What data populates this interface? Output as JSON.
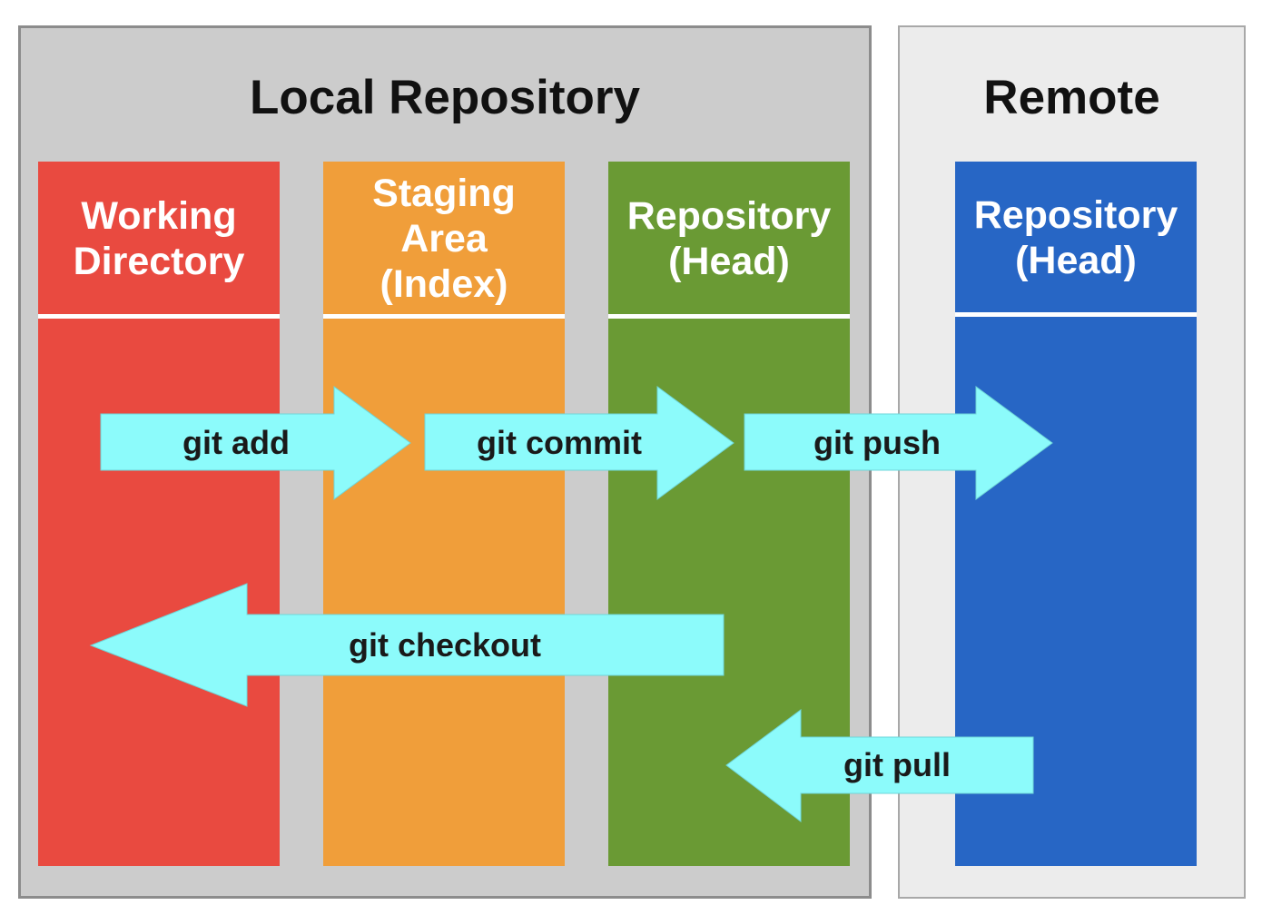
{
  "groups": {
    "local": {
      "title": "Local Repository"
    },
    "remote": {
      "title": "Remote"
    }
  },
  "columns": [
    {
      "id": "working-directory",
      "lines": [
        "Working",
        "Directory"
      ],
      "color": "#e94a40"
    },
    {
      "id": "staging-area",
      "lines": [
        "Staging",
        "Area",
        "(Index)"
      ],
      "color": "#f09e3a"
    },
    {
      "id": "local-repository-head",
      "lines": [
        "Repository",
        "(Head)"
      ],
      "color": "#6a9a34"
    },
    {
      "id": "remote-repository-head",
      "lines": [
        "Repository",
        "(Head)"
      ],
      "color": "#2766c5"
    }
  ],
  "commands": {
    "add": "git add",
    "commit": "git commit",
    "push": "git push",
    "checkout": "git checkout",
    "pull": "git pull"
  },
  "colors": {
    "arrow_fill": "#8cfbfb",
    "local_bg": "#cccccc",
    "remote_bg": "#ececec"
  }
}
